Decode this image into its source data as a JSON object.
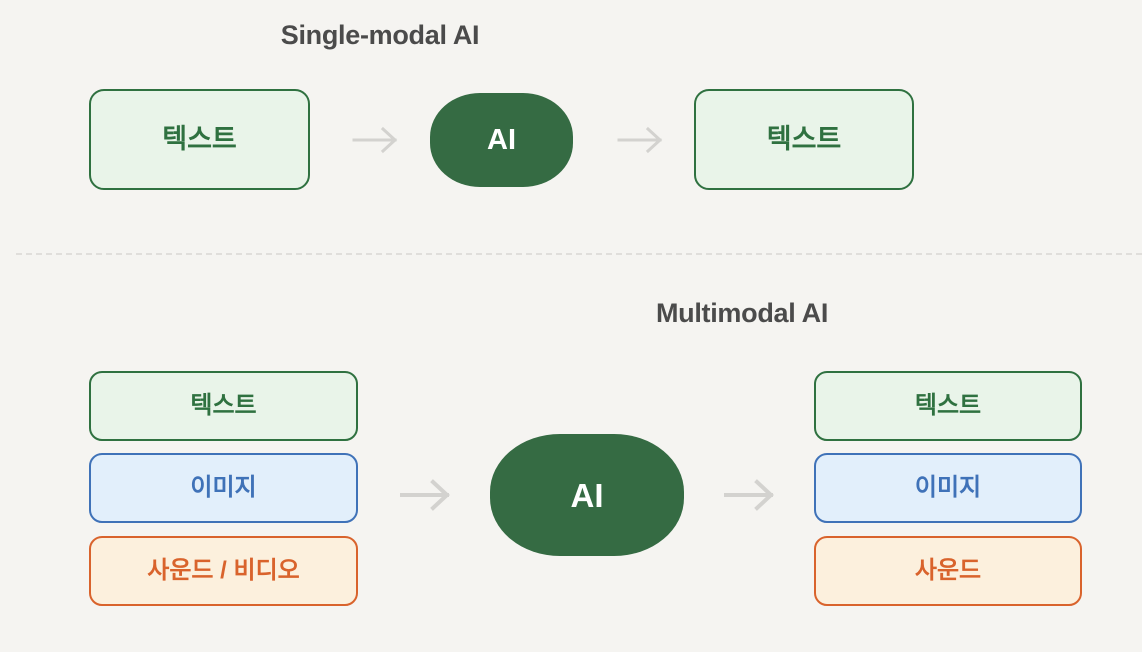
{
  "background_color": "#f5f4f1",
  "sections": {
    "single_modal": {
      "title": "Single-modal AI",
      "input": {
        "label": "텍스트",
        "kind": "text",
        "color": "#2f7140",
        "fill": "#e9f4e9"
      },
      "model": {
        "label": "AI",
        "color": "#356b43",
        "text_color": "#ffffff"
      },
      "output": {
        "label": "텍스트",
        "kind": "text",
        "color": "#2f7140",
        "fill": "#e9f4e9"
      },
      "arrow_1": {
        "icon": "arrow-right-icon",
        "color": "#d3d2cf"
      },
      "arrow_2": {
        "icon": "arrow-right-icon",
        "color": "#d3d2cf"
      }
    },
    "multimodal": {
      "title": "Multimodal AI",
      "inputs": [
        {
          "label": "텍스트",
          "kind": "text",
          "color": "#2f7140",
          "fill": "#e9f4e9"
        },
        {
          "label": "이미지",
          "kind": "image",
          "color": "#3f72b8",
          "fill": "#e2effb"
        },
        {
          "label": "사운드 / 비디오",
          "kind": "sound",
          "color": "#d9632c",
          "fill": "#fcf0dd"
        }
      ],
      "model": {
        "label": "AI",
        "color": "#356b43",
        "text_color": "#ffffff"
      },
      "outputs": [
        {
          "label": "텍스트",
          "kind": "text",
          "color": "#2f7140",
          "fill": "#e9f4e9"
        },
        {
          "label": "이미지",
          "kind": "image",
          "color": "#3f72b8",
          "fill": "#e2effb"
        },
        {
          "label": "사운드",
          "kind": "sound",
          "color": "#d9632c",
          "fill": "#fcf0dd"
        }
      ],
      "arrow_1": {
        "icon": "arrow-right-icon",
        "color": "#d3d2cf"
      },
      "arrow_2": {
        "icon": "arrow-right-icon",
        "color": "#d3d2cf"
      }
    }
  },
  "divider": {
    "style": "dashed",
    "color": "#e0dedb"
  }
}
